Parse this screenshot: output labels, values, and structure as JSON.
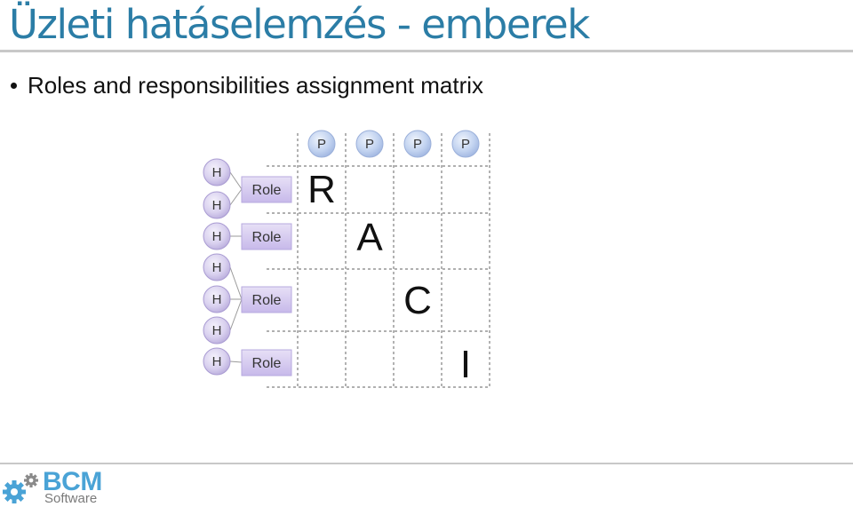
{
  "slide": {
    "title": "Üzleti hatáselemzés - emberek",
    "bullets": [
      "Roles and responsibilities assignment matrix"
    ]
  },
  "matrix": {
    "column_headers": [
      "P",
      "P",
      "P",
      "P"
    ],
    "row_people": [
      "H",
      "H",
      "H",
      "H",
      "H",
      "H",
      "H"
    ],
    "roles": [
      "Role",
      "Role",
      "Role",
      "Role"
    ],
    "raci_letters": [
      "R",
      "A",
      "C",
      "I"
    ]
  },
  "footer": {
    "logo_name": "BCM",
    "logo_sub": "Software"
  },
  "colors": {
    "title": "#2b7da6",
    "circle_fill": "#b3c6ea",
    "role_fill": "#d5cbef",
    "grid": "#808080",
    "logo": "#4aa3d6"
  }
}
